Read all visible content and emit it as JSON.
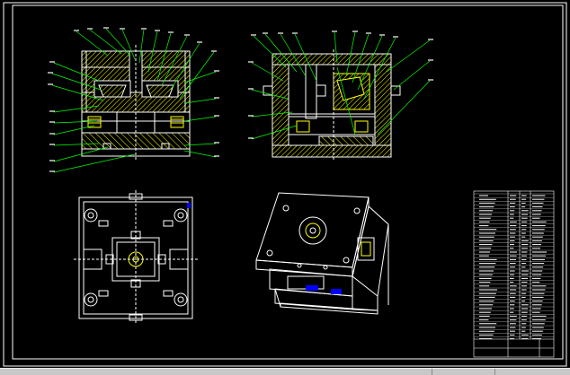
{
  "colors": {
    "background": "#000000",
    "line": "#ffffff",
    "leader": "#00ff00",
    "hatch": "#ffff00",
    "accent": "#0000ff",
    "status_bar": "#c8c8c8"
  },
  "drawing": {
    "views": [
      "front-section",
      "side-section",
      "top-plan",
      "isometric"
    ],
    "has_title_block": true
  }
}
